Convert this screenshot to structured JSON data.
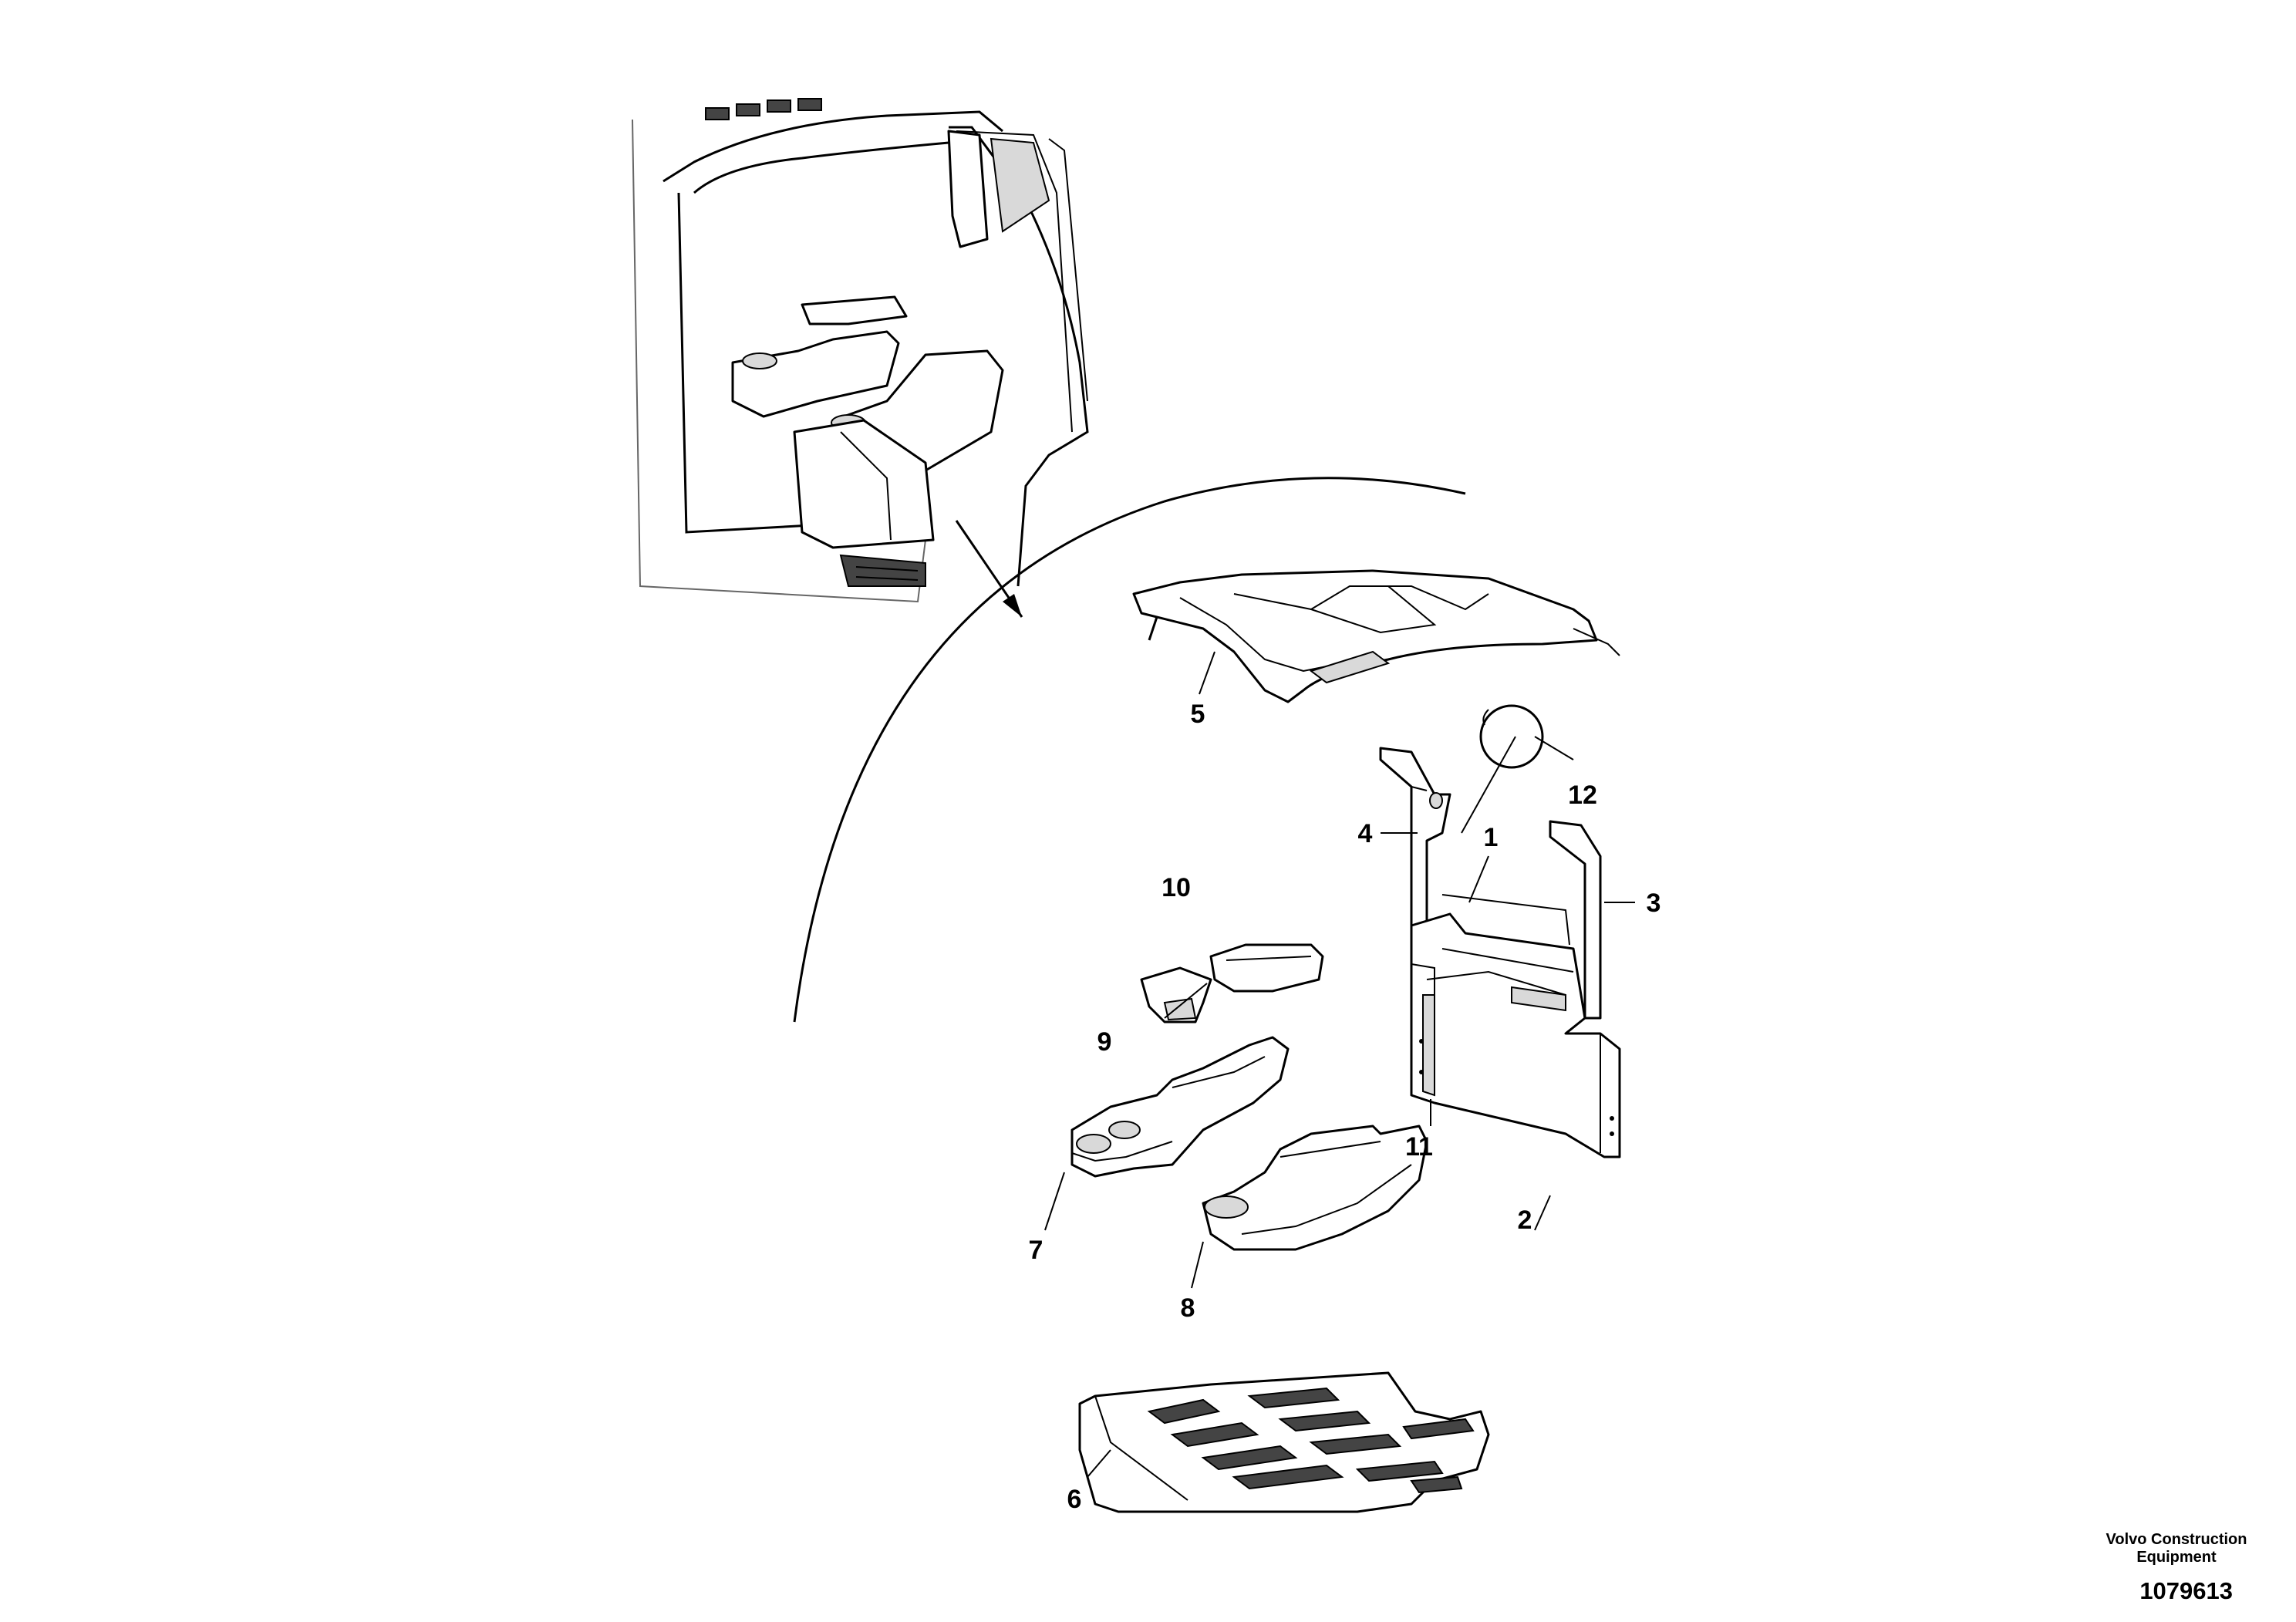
{
  "callouts": [
    "1",
    "2",
    "3",
    "4",
    "5",
    "6",
    "7",
    "8",
    "9",
    "10",
    "11",
    "12"
  ],
  "footer": {
    "brand_line1": "Volvo Construction",
    "brand_line2": "Equipment",
    "doc_number": "1079613"
  }
}
